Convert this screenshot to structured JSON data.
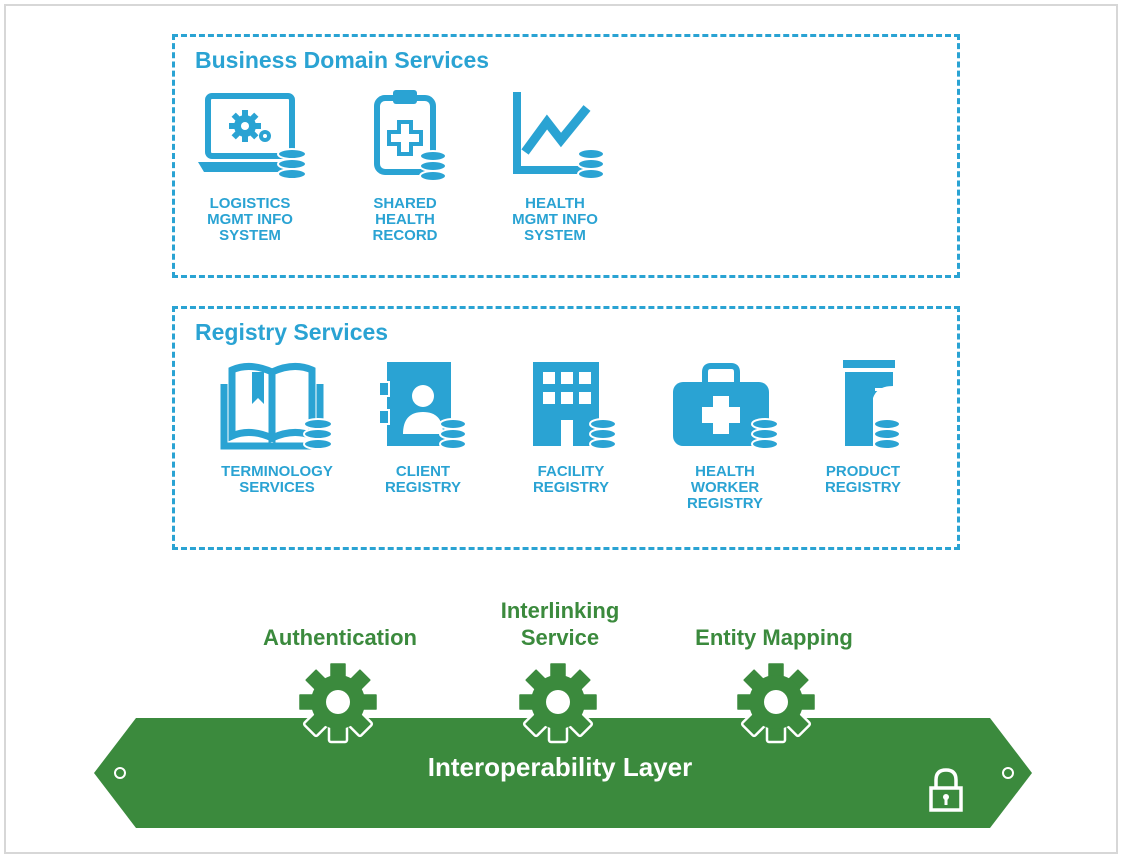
{
  "business_domain": {
    "title": "Business Domain Services",
    "items": [
      {
        "label": "LOGISTICS\nMGMT INFO\nSYSTEM",
        "icon": "laptop-gears-database-icon"
      },
      {
        "label": "SHARED\nHEALTH\nRECORD",
        "icon": "clipboard-medical-database-icon"
      },
      {
        "label": "HEALTH\nMGMT INFO\nSYSTEM",
        "icon": "line-chart-database-icon"
      }
    ]
  },
  "registry": {
    "title": "Registry Services",
    "items": [
      {
        "label": "TERMINOLOGY\nSERVICES",
        "icon": "open-book-database-icon"
      },
      {
        "label": "CLIENT\nREGISTRY",
        "icon": "person-card-database-icon"
      },
      {
        "label": "FACILITY\nREGISTRY",
        "icon": "building-database-icon"
      },
      {
        "label": "HEALTH\nWORKER\nREGISTRY",
        "icon": "medical-bag-database-icon"
      },
      {
        "label": "PRODUCT\nREGISTRY",
        "icon": "product-database-icon"
      }
    ]
  },
  "interoperability": {
    "services": [
      {
        "label": "Authentication",
        "icon": "gear-icon"
      },
      {
        "label": "Interlinking\nService",
        "icon": "gear-icon"
      },
      {
        "label": "Entity Mapping",
        "icon": "gear-icon"
      }
    ],
    "layer_title": "Interoperability Layer",
    "lock_icon": "lock-icon"
  },
  "colors": {
    "blue": "#2aa3d3",
    "green": "#3b8a3d",
    "border": "#d7d7d7"
  }
}
